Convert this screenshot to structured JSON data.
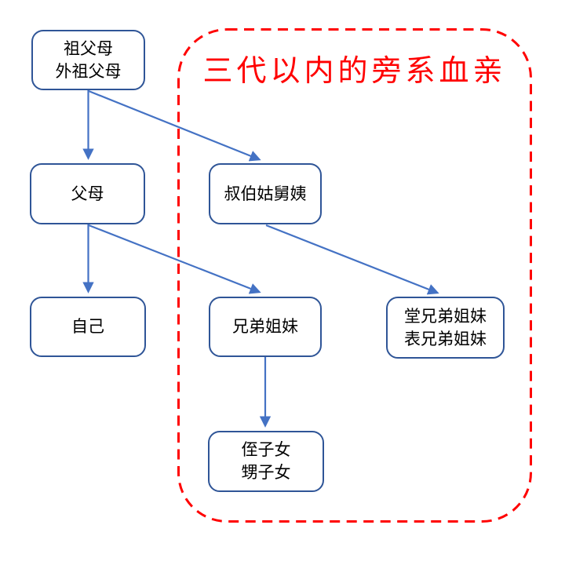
{
  "diagram": {
    "title": {
      "text": "三代以内的旁系血亲",
      "color": "#FF0000"
    },
    "colors": {
      "box_border": "#2F5597",
      "arrow": "#4472C4",
      "dashed_border": "#FF0000",
      "text": "#000000",
      "background": "#FFFFFF"
    },
    "nodes": [
      {
        "id": "grandparents",
        "lines": [
          "祖父母",
          "外祖父母"
        ]
      },
      {
        "id": "parents",
        "lines": [
          "父母"
        ]
      },
      {
        "id": "uncles-aunts",
        "lines": [
          "叔伯姑舅姨"
        ]
      },
      {
        "id": "self",
        "lines": [
          "自己"
        ]
      },
      {
        "id": "siblings",
        "lines": [
          "兄弟姐妹"
        ]
      },
      {
        "id": "cousins",
        "lines": [
          "堂兄弟姐妹",
          "表兄弟姐妹"
        ]
      },
      {
        "id": "nephews-nieces",
        "lines": [
          "侄子女",
          "甥子女"
        ]
      }
    ],
    "edges": [
      {
        "from": "grandparents",
        "to": "parents"
      },
      {
        "from": "grandparents",
        "to": "uncles-aunts"
      },
      {
        "from": "parents",
        "to": "self"
      },
      {
        "from": "parents",
        "to": "siblings"
      },
      {
        "from": "uncles-aunts",
        "to": "cousins"
      },
      {
        "from": "siblings",
        "to": "nephews-nieces"
      }
    ]
  }
}
